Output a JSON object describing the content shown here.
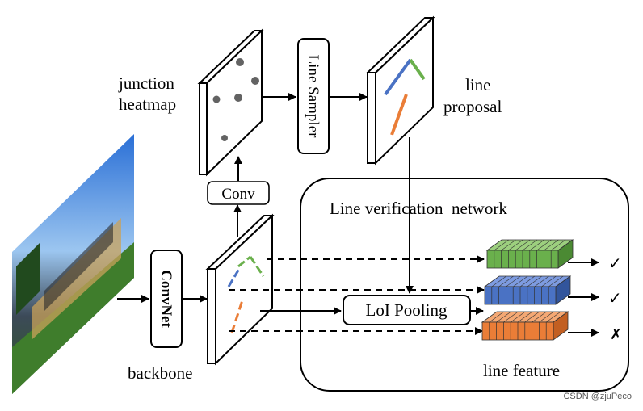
{
  "labels": {
    "junction_heatmap_line1": "junction",
    "junction_heatmap_line2": "heatmap",
    "line_sampler": "Line Sampler",
    "line_proposal_line1": "line",
    "line_proposal_line2": "proposal",
    "conv": "Conv",
    "convnet": "ConvNet",
    "backbone": "backbone",
    "verification_network": "Line verification  network",
    "loi_pooling": "LoI Pooling",
    "line_feature": "line feature"
  },
  "outputs": [
    "✓",
    "✓",
    "✗"
  ],
  "watermark": "CSDN @zjuPeco",
  "colors": {
    "green": "#6ab04c",
    "blue": "#4a72c4",
    "orange": "#ea7d37"
  }
}
